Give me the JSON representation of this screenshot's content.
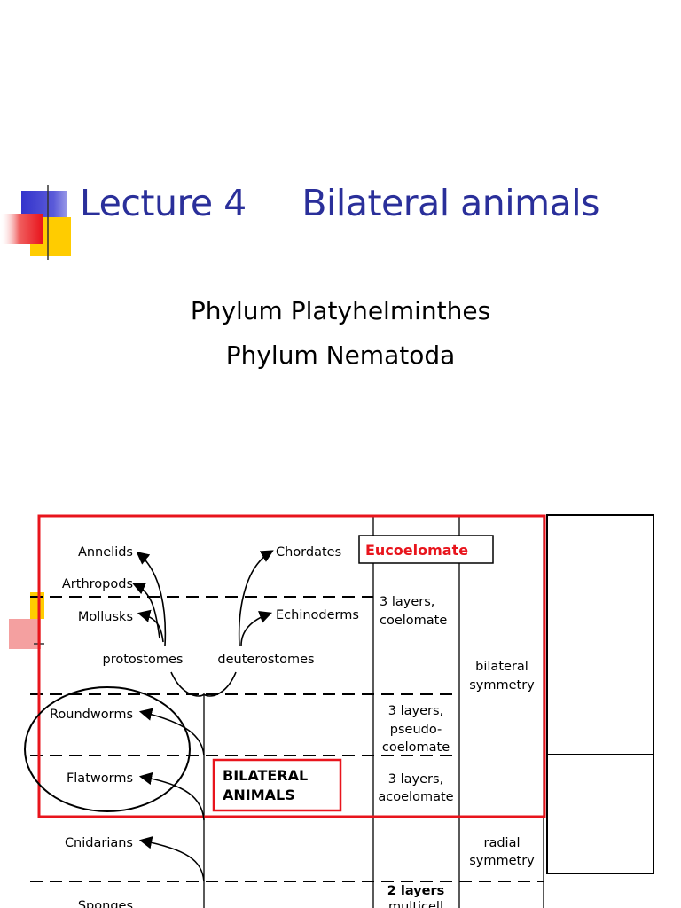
{
  "slide": {
    "title": "Lecture 4     Bilateral animals",
    "subtitles": [
      "Phylum Platyhelminthes",
      "Phylum Nematoda"
    ]
  },
  "diagram": {
    "taxa_left": [
      "Annelids",
      "Arthropods",
      "Mollusks",
      "Roundworms",
      "Flatworms",
      "Cnidarians",
      "Sponges"
    ],
    "taxa_right": [
      "Chordates",
      "Echinoderms"
    ],
    "branches": [
      "protostomes",
      "deuterostomes"
    ],
    "eucoelomate_label": "Eucoelomate",
    "bilateral_box": [
      "BILATERAL",
      "ANIMALS"
    ],
    "layers": {
      "coelomate": [
        "3 layers,",
        "coelomate"
      ],
      "pseudocoelomate": [
        "3 layers,",
        "pseudo-",
        "coelomate"
      ],
      "acoelomate": [
        "3 layers,",
        "acoelomate"
      ],
      "two_layers": [
        "2 layers",
        "multicell"
      ]
    },
    "symmetry": {
      "bilateral": [
        "bilateral",
        "symmetry"
      ],
      "radial": [
        "radial",
        "symmetry"
      ]
    },
    "colors": {
      "title": "#2a2f9a",
      "highlight_red": "#e8141c",
      "accent_blue": "#3333cc",
      "accent_yellow": "#ffcc00"
    }
  }
}
